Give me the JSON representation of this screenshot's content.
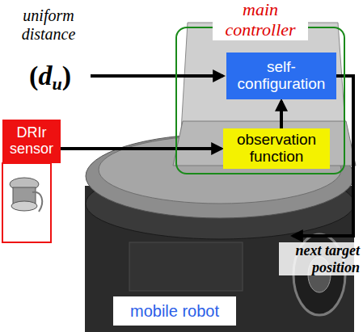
{
  "diagram": {
    "nodes": [
      {
        "text": [
          "main controller"
        ]
      },
      {
        "text": [
          "self-configuration"
        ],
        "in": 0
      },
      {
        "text": [
          "observation function"
        ],
        "in": 0
      },
      {
        "text": [
          "DRIr sensor"
        ]
      },
      {
        "text": [
          "mobile robot"
        ]
      }
    ],
    "edges": [
      {
        "from": 3,
        "to": 2,
        "arrow": "to"
      },
      {
        "from": 2,
        "to": 1,
        "arrow": "to"
      }
    ],
    "labels": [
      "uniform distance",
      "(du)",
      "next target position"
    ]
  }
}
